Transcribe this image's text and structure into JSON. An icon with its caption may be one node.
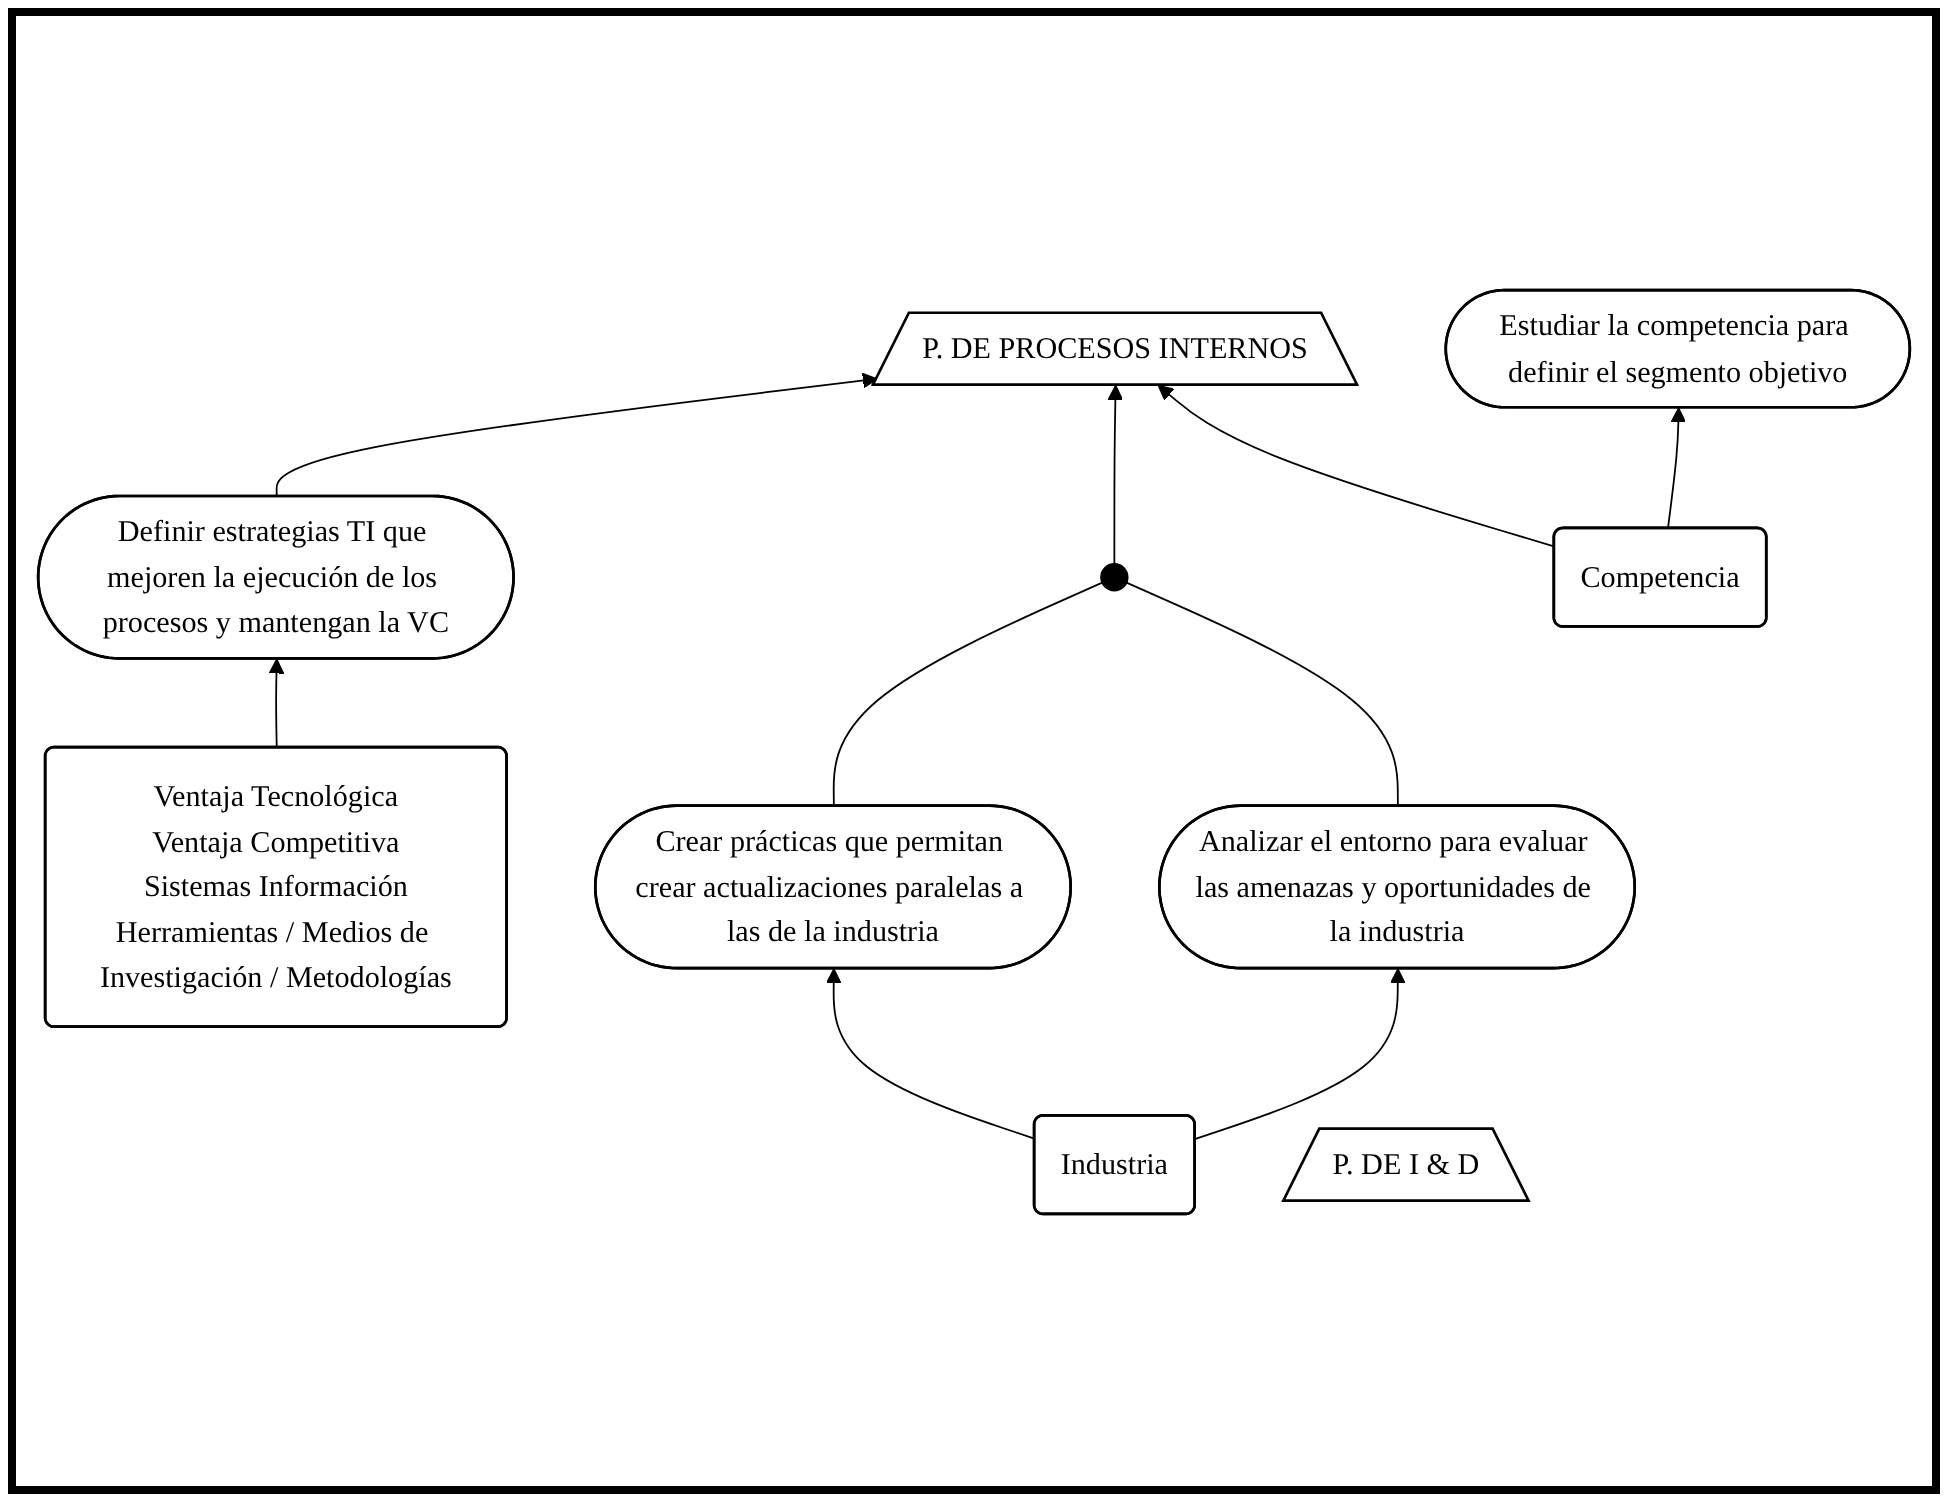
{
  "diagram": {
    "nodes": [
      {
        "text": [
          "P. DE PROCESOS INTERNOS"
        ]
      },
      {
        "text": [
          "Definir estrategias TI que mejoren la ejecución de los procesos y mantengan la VC"
        ]
      },
      {
        "text": [
          "Estudiar la competencia para definir el segmento objetivo"
        ]
      },
      {
        "text": [
          "Ventaja Tecnológica",
          "Ventaja Competitiva",
          "Sistemas Información",
          "Herramientas / Medios de Investigación / Metodologías"
        ]
      },
      {
        "text": [
          "Competencia"
        ]
      },
      {
        "text": [],
        "shape": "circle"
      },
      {
        "text": [
          "Crear prácticas que permitan crear actualizaciones paralelas a las de la industria"
        ]
      },
      {
        "text": [
          "Analizar el entorno para evaluar las amenazas y oportunidades de la industria"
        ]
      },
      {
        "text": [
          "Industria"
        ]
      },
      {
        "text": [
          "P. DE I & D"
        ]
      }
    ],
    "edges": [
      {
        "from": 1,
        "to": 0,
        "arrow": "to"
      },
      {
        "from": 3,
        "to": 1,
        "arrow": "to"
      },
      {
        "from": 6,
        "to": 5,
        "arrow": "none"
      },
      {
        "from": 7,
        "to": 5,
        "arrow": "none"
      },
      {
        "from": 5,
        "to": 0,
        "arrow": "to"
      },
      {
        "from": 4,
        "to": 2,
        "arrow": "to"
      },
      {
        "from": 4,
        "to": 0,
        "arrow": "to"
      },
      {
        "from": 8,
        "to": 6,
        "arrow": "to"
      },
      {
        "from": 8,
        "to": 7,
        "arrow": "to"
      }
    ]
  }
}
